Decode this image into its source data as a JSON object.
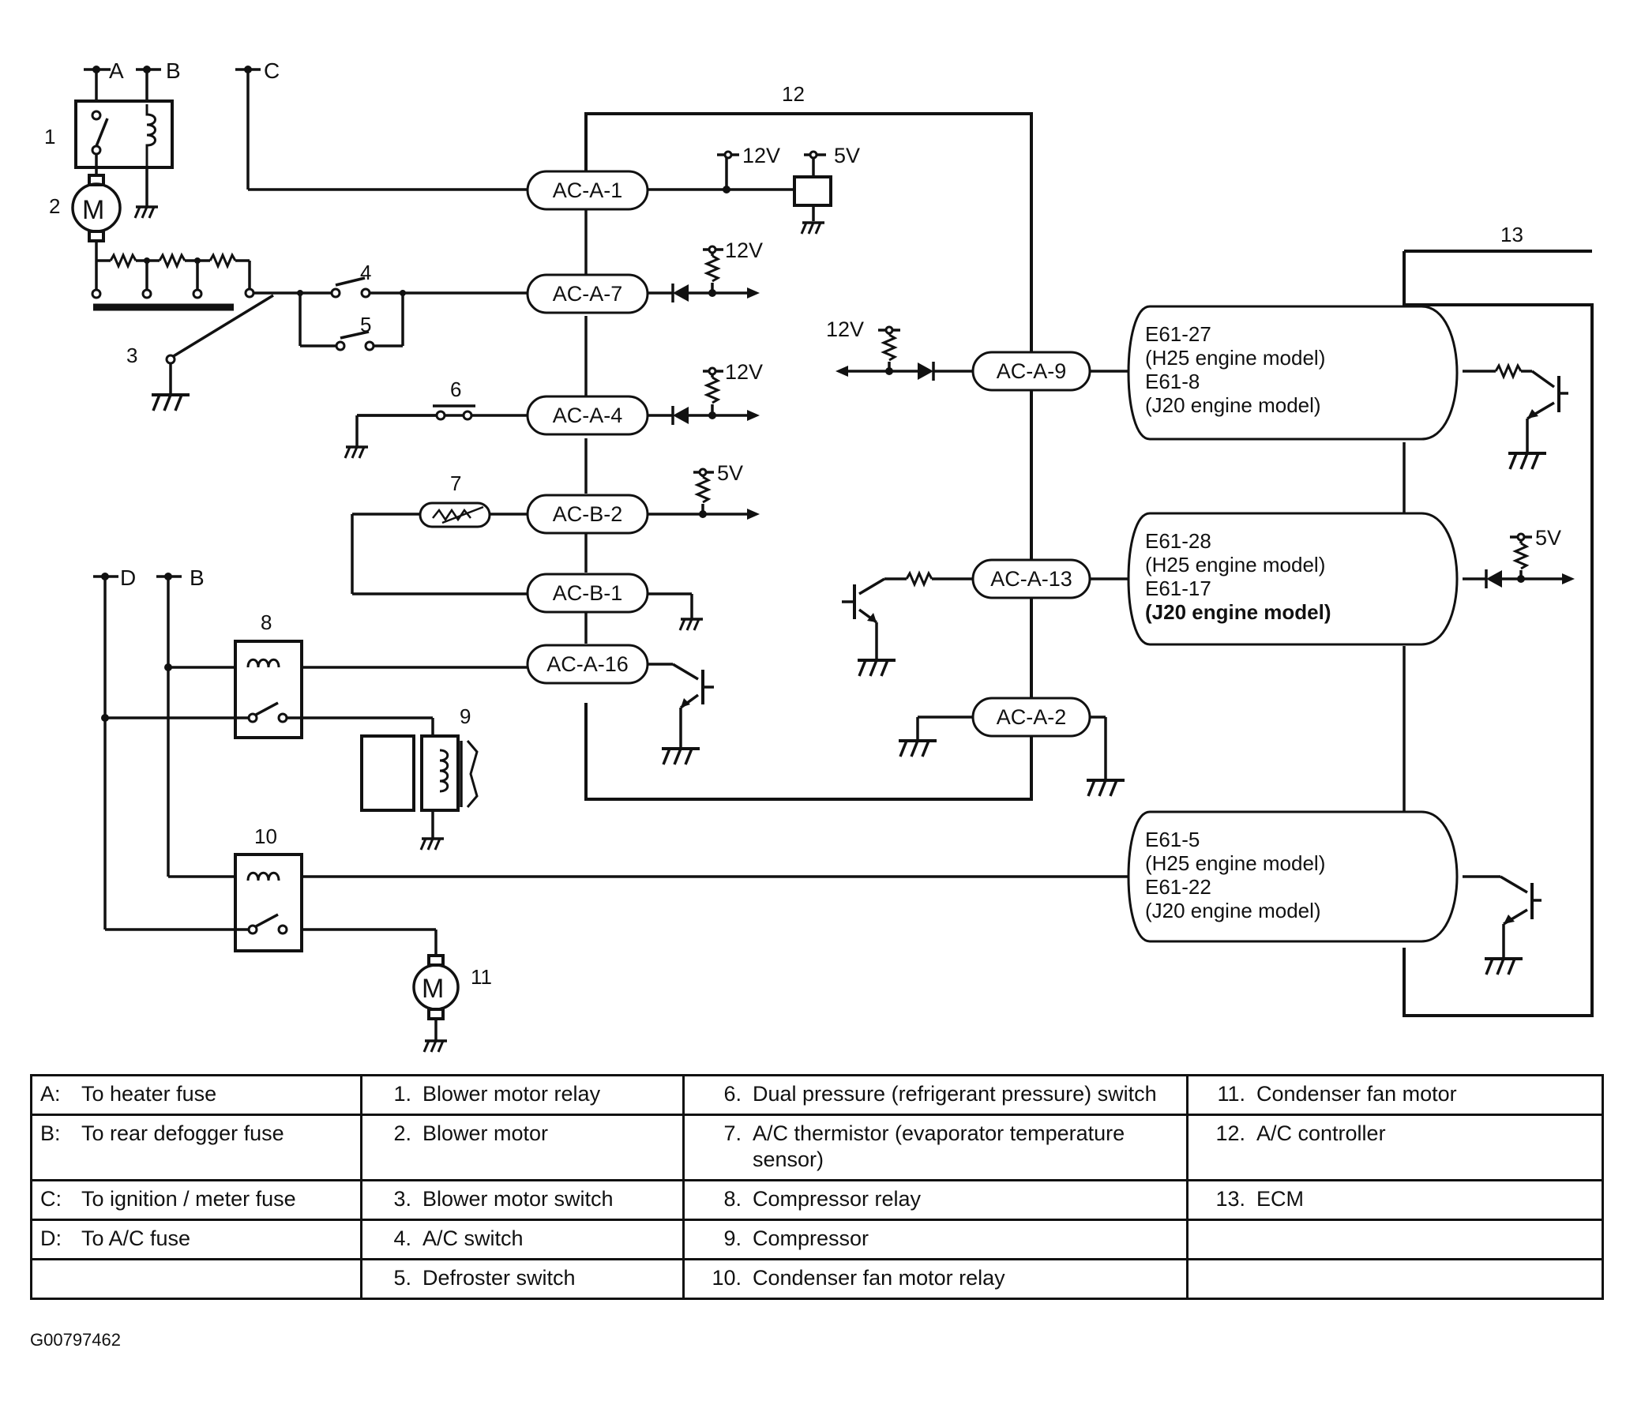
{
  "diagram": {
    "source_labels": [
      "A",
      "B",
      "C",
      "D",
      "B"
    ],
    "voltages": [
      "12V",
      "5V",
      "12V",
      "12V",
      "5V",
      "12V",
      "5V"
    ],
    "component_numbers": [
      "1",
      "2",
      "3",
      "4",
      "5",
      "6",
      "7",
      "8",
      "9",
      "10",
      "11",
      "12",
      "13"
    ],
    "motor_symbol": "M",
    "controller_pins": [
      "AC-A-1",
      "AC-A-7",
      "AC-A-4",
      "AC-B-2",
      "AC-B-1",
      "AC-A-16",
      "AC-A-9",
      "AC-A-13",
      "AC-A-2"
    ],
    "ecm_terminals": [
      {
        "lines": [
          "E61-27",
          "(H25 engine model)",
          "E61-8",
          "(J20 engine model)"
        ]
      },
      {
        "lines": [
          "E61-28",
          "(H25 engine model)",
          "E61-17",
          "(J20 engine model)"
        ]
      },
      {
        "lines": [
          "E61-5",
          "(H25 engine model)",
          "E61-22",
          "(J20 engine model)"
        ]
      }
    ]
  },
  "legend": {
    "col1": [
      {
        "key": "A:",
        "text": "To heater fuse"
      },
      {
        "key": "B:",
        "text": "To rear defogger fuse"
      },
      {
        "key": "C:",
        "text": "To ignition / meter fuse"
      },
      {
        "key": "D:",
        "text": "To A/C fuse"
      },
      {
        "key": "",
        "text": ""
      }
    ],
    "col2": [
      {
        "key": "1.",
        "text": "Blower motor relay"
      },
      {
        "key": "2.",
        "text": "Blower motor"
      },
      {
        "key": "3.",
        "text": "Blower motor switch"
      },
      {
        "key": "4.",
        "text": "A/C switch"
      },
      {
        "key": "5.",
        "text": "Defroster switch"
      }
    ],
    "col3": [
      {
        "key": "6.",
        "text": "Dual pressure (refrigerant pressure) switch"
      },
      {
        "key": "7.",
        "text": "A/C thermistor (evaporator temperature sensor)"
      },
      {
        "key": "8.",
        "text": "Compressor relay"
      },
      {
        "key": "9.",
        "text": "Compressor"
      },
      {
        "key": "10.",
        "text": "Condenser fan motor relay"
      }
    ],
    "col4": [
      {
        "key": "11.",
        "text": "Condenser fan motor"
      },
      {
        "key": "12.",
        "text": "A/C controller"
      },
      {
        "key": "13.",
        "text": "ECM"
      },
      {
        "key": "",
        "text": ""
      },
      {
        "key": "",
        "text": ""
      }
    ]
  },
  "doc_id": "G00797462"
}
